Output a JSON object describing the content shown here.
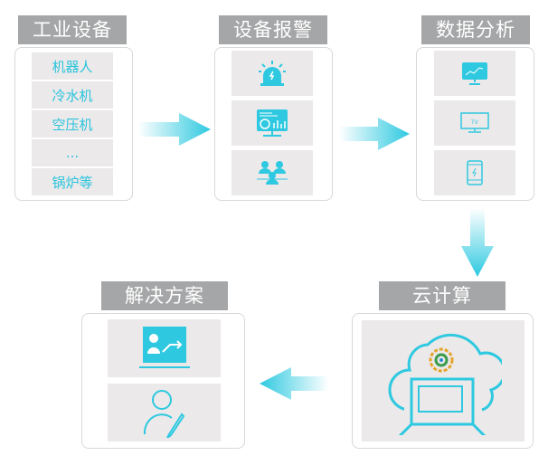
{
  "sections": {
    "equipment": {
      "title": "工业设备",
      "items": [
        "机器人",
        "冷水机",
        "空压机",
        "...",
        "锅炉等"
      ]
    },
    "alarm": {
      "title": "设备报警"
    },
    "analysis": {
      "title": "数据分析"
    },
    "cloud": {
      "title": "云计算"
    },
    "solution": {
      "title": "解决方案"
    }
  },
  "colors": {
    "accent": "#2ec9e0",
    "title_bg": "#a5a6a7",
    "tile_bg": "#ebe9ea"
  }
}
